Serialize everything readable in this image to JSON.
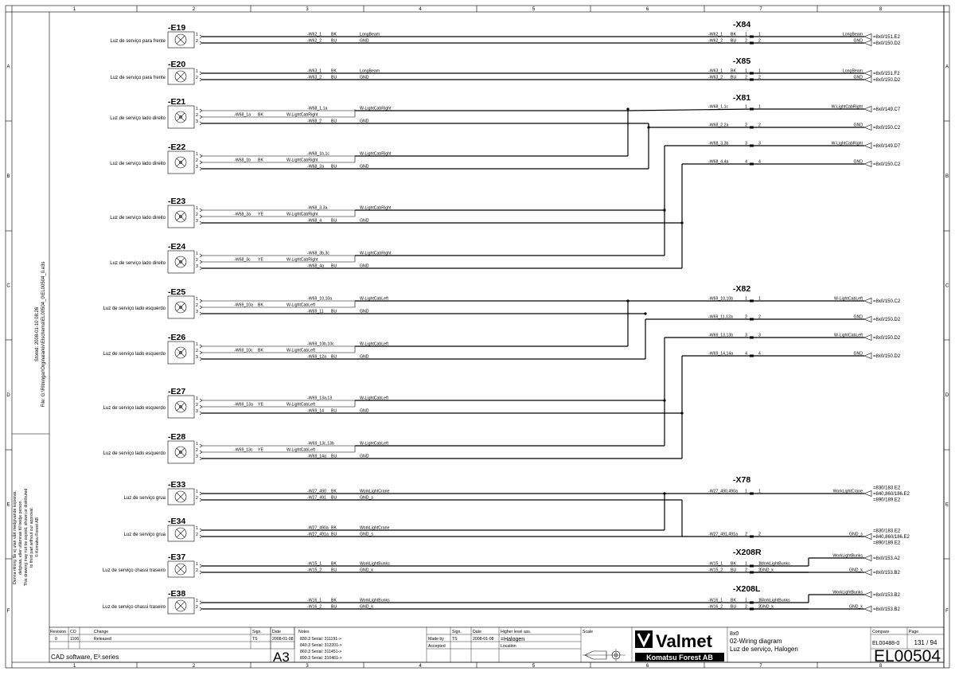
{
  "grid": {
    "cols": [
      "1",
      "2",
      "3",
      "4",
      "5",
      "6",
      "7",
      "8"
    ],
    "rows": [
      "A",
      "B",
      "C",
      "D",
      "E",
      "F"
    ]
  },
  "side": {
    "stored": "Stored:  2008-01-10  08:26",
    "file": "File:  G:\\Ritningar\\Orginalarkiv\\Elschema\\EL00504_0\\EL00504_0.e3s",
    "legal": [
      "Denna ritning får ej utan vårt medgivande kopieras,",
      "delgivas, eller utlämnas till tredje person.",
      "This drawing may not be copied, shown or distributed",
      "to third part without our approval.",
      "© Komatsu Forest AB"
    ]
  },
  "lamps": [
    {
      "tag": "-E19",
      "desc": "Luz de serviço para frente"
    },
    {
      "tag": "-E20",
      "desc": "Luz de serviço para frente"
    },
    {
      "tag": "-E21",
      "desc": "Luz de serviço lado direito"
    },
    {
      "tag": "-E22",
      "desc": "Luz de serviço lado direito"
    },
    {
      "tag": "-E23",
      "desc": "Luz de serviço lado direito"
    },
    {
      "tag": "-E24",
      "desc": "Luz de serviço lado direito"
    },
    {
      "tag": "-E25",
      "desc": "Luz de serviço lado esquerdo"
    },
    {
      "tag": "-E26",
      "desc": "Luz de serviço lado esquerdo"
    },
    {
      "tag": "-E27",
      "desc": "Luz de serviço lado esquerdo"
    },
    {
      "tag": "-E28",
      "desc": "Luz de serviço lado esquerdo"
    },
    {
      "tag": "-E33",
      "desc": "Luz de serviço grua"
    },
    {
      "tag": "-E34",
      "desc": "Luz de serviço grua"
    },
    {
      "tag": "-E37",
      "desc": "Luz de serviço chassi traseiro"
    },
    {
      "tag": "-E38",
      "desc": "Luz de serviço chassi traseiro"
    }
  ],
  "wires": [
    {
      "t": "-W62_1",
      "c": "BK",
      "s": "LongBeam"
    },
    {
      "t": "-W62_2",
      "c": "BU",
      "s": "GND"
    },
    {
      "t": "-W63_1",
      "c": "BK",
      "s": "LongBeam"
    },
    {
      "t": "-W63_2",
      "c": "BU",
      "s": "GND"
    },
    {
      "t": "-W68_1,1a",
      "c": "",
      "s": "W-LightCabRight"
    },
    {
      "t": "-W68_1a",
      "c": "BK",
      "s": "W-LightCabRight"
    },
    {
      "t": "-W68_2",
      "c": "BU",
      "s": "GND"
    },
    {
      "t": "-W68_1b,1c",
      "c": "",
      "s": "W-LightCabRight"
    },
    {
      "t": "-W68_1b",
      "c": "BK",
      "s": "W-LightCabRight"
    },
    {
      "t": "-W68_2a",
      "c": "BU",
      "s": "GND"
    },
    {
      "t": "-W68_3,3a",
      "c": "",
      "s": "W-LightCabRight"
    },
    {
      "t": "-W68_3a",
      "c": "YE",
      "s": "W-LightCabRight"
    },
    {
      "t": "-W68_4",
      "c": "BU",
      "s": "GND"
    },
    {
      "t": "-W68_3b,3c",
      "c": "",
      "s": "W-LightCabRight"
    },
    {
      "t": "-W68_3c",
      "c": "YE",
      "s": "W-LightCabRight"
    },
    {
      "t": "-W68_4a",
      "c": "BU",
      "s": "GND"
    },
    {
      "t": "-W69_10,10a",
      "c": "",
      "s": "W-LightCabLeft"
    },
    {
      "t": "-W69_10a",
      "c": "BK",
      "s": "W-LightCabLeft"
    },
    {
      "t": "-W69_11",
      "c": "BU",
      "s": "GND"
    },
    {
      "t": "-W69_10b,10c",
      "c": "",
      "s": "W-LightCabLeft"
    },
    {
      "t": "-W69_10c",
      "c": "BK",
      "s": "W-LightCabLeft"
    },
    {
      "t": "-W69_12a",
      "c": "BU",
      "s": "GND"
    },
    {
      "t": "-W69_13a,13",
      "c": "",
      "s": "W-LightCabLeft"
    },
    {
      "t": "-W69_13a",
      "c": "YE",
      "s": "W-LightCabLeft"
    },
    {
      "t": "-W69_14",
      "c": "BU",
      "s": "GND"
    },
    {
      "t": "-W69_13c,13b",
      "c": "",
      "s": "W-LightCabLeft"
    },
    {
      "t": "-W69_13c",
      "c": "YE",
      "s": "W-LightCabLeft"
    },
    {
      "t": "-W69_14a",
      "c": "BU",
      "s": "GND"
    },
    {
      "t": "-W27_490",
      "c": "BK",
      "s": "WorkLightCrane"
    },
    {
      "t": "-W27_491",
      "c": "BU",
      "s": "GND_s"
    },
    {
      "t": "-W27_490a",
      "c": "BK",
      "s": "WorkLightCrane"
    },
    {
      "t": "-W27_491a",
      "c": "BU",
      "s": "GND_s"
    },
    {
      "t": "-W15_1",
      "c": "BK",
      "s": "WorkLightBunks"
    },
    {
      "t": "-W15_2",
      "c": "BU",
      "s": "GND_k"
    },
    {
      "t": "-W16_1",
      "c": "BK",
      "s": "WorkLightBunks"
    },
    {
      "t": "-W16_2",
      "c": "BU",
      "s": "GND_k"
    }
  ],
  "connectors": [
    {
      "tag": "-X84"
    },
    {
      "tag": "-X85"
    },
    {
      "tag": "-X81"
    },
    {
      "tag": "-X82"
    },
    {
      "tag": "-X78"
    },
    {
      "tag": "-X208R"
    },
    {
      "tag": "-X208L"
    }
  ],
  "terminals": [
    {
      "w": "-W62_1",
      "c": "BK",
      "p": "1",
      "sig": "LongBeam",
      "ref": "=8x0/151.E2"
    },
    {
      "w": "-W62_2",
      "c": "BU",
      "p": "2",
      "sig": "GND",
      "ref": "=8x0/150.D2"
    },
    {
      "w": "-W63_1",
      "c": "BK",
      "p": "1",
      "sig": "LongBeam",
      "ref": "=8x0/151.F2"
    },
    {
      "w": "-W63_2",
      "c": "BU",
      "p": "2",
      "sig": "GND",
      "ref": "=8x0/150.D2"
    },
    {
      "w": "-W68_1,1c",
      "c": "",
      "p": "1",
      "sig": "W-LightCabRight",
      "ref": "=8x0/149.C7"
    },
    {
      "w": "-W68_2,2a",
      "c": "",
      "p": "2",
      "sig": "GND",
      "ref": "=8x0/150.C2"
    },
    {
      "w": "-W68_3,3b",
      "c": "",
      "p": "3",
      "sig": "W-LightCabRight",
      "ref": "=8x0/149.D7"
    },
    {
      "w": "-W68_4,4a",
      "c": "",
      "p": "4",
      "sig": "GND",
      "ref": "=8x0/150.C2"
    },
    {
      "w": "-W69_10,10b",
      "c": "",
      "p": "1",
      "sig": "W-LightCabLeft",
      "ref": "=8x0/150.C2"
    },
    {
      "w": "-W69_11,12a",
      "c": "",
      "p": "2",
      "sig": "GND",
      "ref": "=8x0/150.D2"
    },
    {
      "w": "-W69_13,13b",
      "c": "",
      "p": "3",
      "sig": "W-LightCabLeft",
      "ref": "=8x0/150.D2"
    },
    {
      "w": "-W69_14,14a",
      "c": "",
      "p": "4",
      "sig": "GND",
      "ref": "=8x0/150.D2"
    },
    {
      "w": "-W27_490,490a",
      "c": "",
      "p": "1",
      "sig": "WorkLightCrane",
      "ref": "=830/183.E2 =840,860/186.E2 =890/189.E2"
    },
    {
      "w": "-W27_491,491a",
      "c": "",
      "p": "2",
      "sig": "GND_s",
      "ref": "=830/183.E2 =840,860/186.E2 =890/189.E2"
    },
    {
      "w": "-W15_1",
      "c": "BK",
      "p": "1",
      "sig": "WorkLightBunks",
      "ref": "=8x0/153.A2"
    },
    {
      "w": "-W15_2",
      "c": "BU",
      "p": "2",
      "sig": "GND_k",
      "ref": "=8x0/153.B2"
    },
    {
      "w": "-W16_1",
      "c": "BK",
      "p": "1",
      "sig": "WorkLightBunks",
      "ref": "=8x0/153.B2"
    },
    {
      "w": "-W16_2",
      "c": "BU",
      "p": "2",
      "sig": "GND_k",
      "ref": "=8x0/153.B2"
    }
  ],
  "title_block": {
    "revision_label": "Revision",
    "co_label": "CO",
    "change_label": "Change",
    "sign_label": "Sign.",
    "date_label": "Date",
    "notes_label": "Notes",
    "rev": "0",
    "co": "1106",
    "change": "Released",
    "sign": "TS",
    "date": "2008-01-08",
    "notes": [
      "830.3 Serial: 311191->",
      "840.3 Serial: 312201->",
      "860.3 Serial: 311451->",
      "890.3 Serial: 310461->"
    ],
    "software": "CAD software, E³.series",
    "size": "A3",
    "made_by_label": "Made by",
    "made_by": "TS",
    "made_date": "2008-01-08",
    "accepted_label": "Accepted",
    "sign2_label": "Sign.",
    "date2_label": "Date",
    "higher_label": "Higher level ass.",
    "higher": "=Halogen",
    "location_label": "Location",
    "scale_label": "Scale",
    "brand_top": "Valmet",
    "brand_bottom": "Komatsu Forest AB",
    "doc_lines": [
      "8x0",
      "02-Wiring diagram",
      "Luz de serviço, Halogen"
    ],
    "compare_label": "Compare",
    "compare": "EL00488-0",
    "page_label": "Page",
    "page": "131 / 94",
    "doc_no": "EL00504"
  }
}
